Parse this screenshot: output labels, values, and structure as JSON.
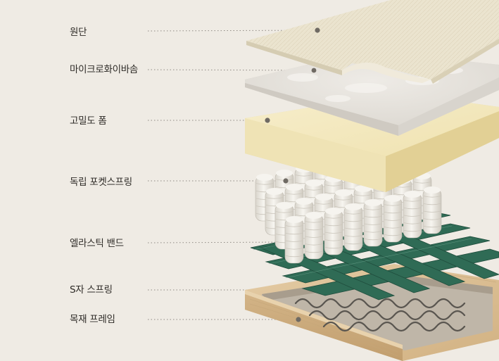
{
  "layers": [
    {
      "label": "원단"
    },
    {
      "label": "마이크로화이바솜"
    },
    {
      "label": "고밀도 폼"
    },
    {
      "label": "독립 포켓스프링"
    },
    {
      "label": "엘라스틱 밴드"
    },
    {
      "label": "S자 스프링"
    },
    {
      "label": "목재 프레임"
    }
  ],
  "colors": {
    "background": "#efebe4",
    "fabric": "#e9e2cd",
    "fiber": "#e3e0da",
    "foam": "#f3e8bd",
    "spring": "#ece9e2",
    "band": "#2f6b55",
    "wood": "#ddc29a",
    "leader_line": "#8f8a83",
    "label_text": "#2e2b27"
  }
}
